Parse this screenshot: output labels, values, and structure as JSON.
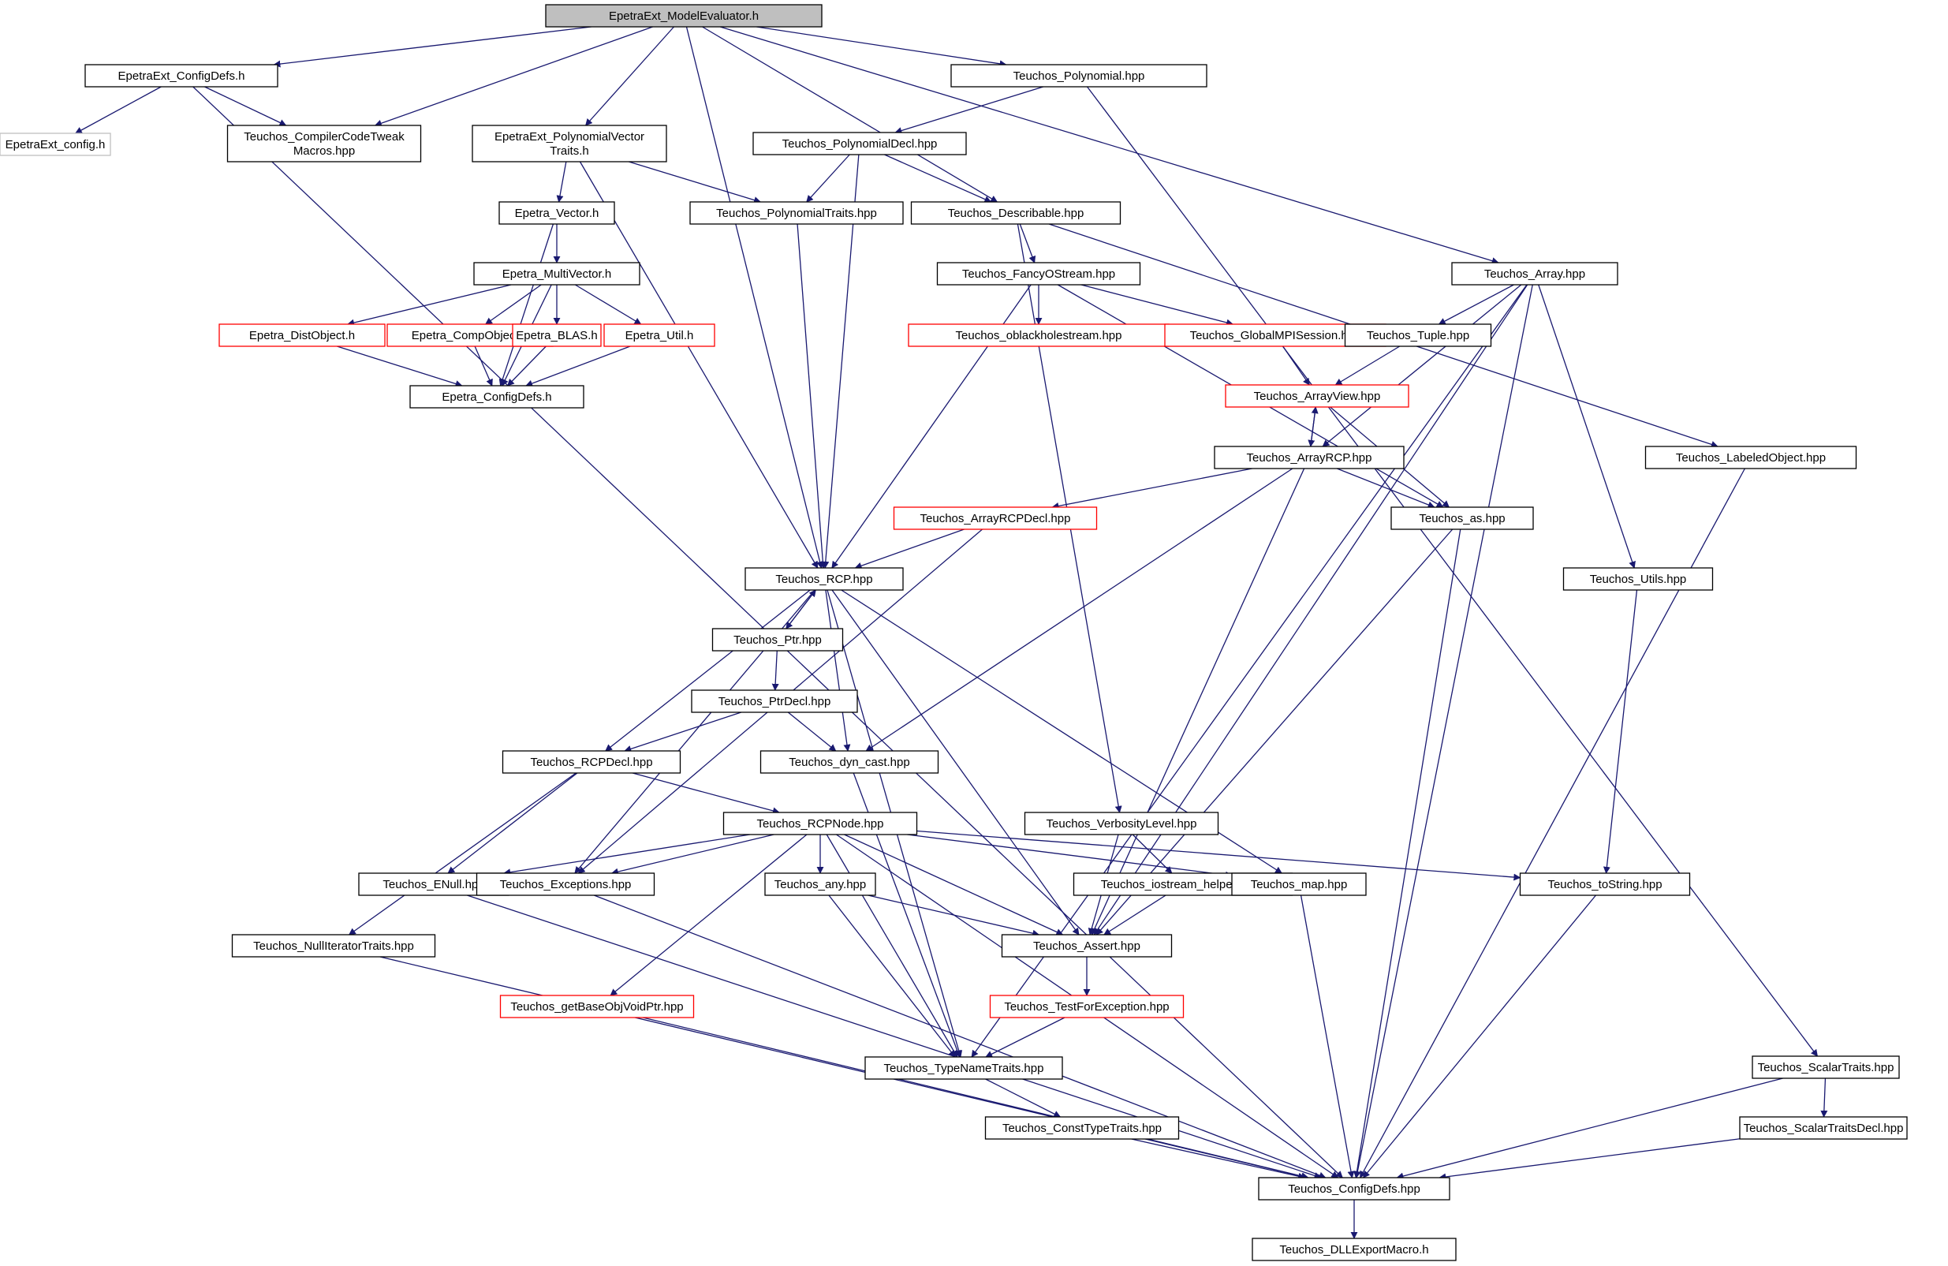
{
  "nodes": [
    {
      "id": "modelevaluator",
      "label": "EpetraExt_ModelEvaluator.h",
      "style": "root"
    },
    {
      "id": "epetraext_configdefs",
      "label": "EpetraExt_ConfigDefs.h",
      "style": "normal"
    },
    {
      "id": "epetraext_config",
      "label": "EpetraExt_config.h",
      "style": "gray"
    },
    {
      "id": "compilercodetweak",
      "label": "Teuchos_CompilerCodeTweak\nMacros.hpp",
      "style": "normal"
    },
    {
      "id": "polynomialvectortraits",
      "label": "EpetraExt_PolynomialVector\nTraits.h",
      "style": "normal"
    },
    {
      "id": "polynomial",
      "label": "Teuchos_Polynomial.hpp",
      "style": "normal"
    },
    {
      "id": "polynomialdecl",
      "label": "Teuchos_PolynomialDecl.hpp",
      "style": "normal"
    },
    {
      "id": "epetra_vector",
      "label": "Epetra_Vector.h",
      "style": "normal"
    },
    {
      "id": "polynomialtraits",
      "label": "Teuchos_PolynomialTraits.hpp",
      "style": "normal"
    },
    {
      "id": "describable",
      "label": "Teuchos_Describable.hpp",
      "style": "normal"
    },
    {
      "id": "epetra_multivector",
      "label": "Epetra_MultiVector.h",
      "style": "normal"
    },
    {
      "id": "fancyostream",
      "label": "Teuchos_FancyOStream.hpp",
      "style": "normal"
    },
    {
      "id": "array",
      "label": "Teuchos_Array.hpp",
      "style": "normal"
    },
    {
      "id": "distobject",
      "label": "Epetra_DistObject.h",
      "style": "red"
    },
    {
      "id": "compobject",
      "label": "Epetra_CompObject.h",
      "style": "red"
    },
    {
      "id": "blas",
      "label": "Epetra_BLAS.h",
      "style": "red"
    },
    {
      "id": "epetra_util",
      "label": "Epetra_Util.h",
      "style": "red"
    },
    {
      "id": "oblackholestream",
      "label": "Teuchos_oblackholestream.hpp",
      "style": "red"
    },
    {
      "id": "globalmpisession",
      "label": "Teuchos_GlobalMPISession.hpp",
      "style": "red"
    },
    {
      "id": "tuple",
      "label": "Teuchos_Tuple.hpp",
      "style": "normal"
    },
    {
      "id": "epetra_configdefs",
      "label": "Epetra_ConfigDefs.h",
      "style": "normal"
    },
    {
      "id": "arrayview",
      "label": "Teuchos_ArrayView.hpp",
      "style": "red"
    },
    {
      "id": "arrayrcp",
      "label": "Teuchos_ArrayRCP.hpp",
      "style": "normal"
    },
    {
      "id": "labeledobject",
      "label": "Teuchos_LabeledObject.hpp",
      "style": "normal"
    },
    {
      "id": "arrayrcpdecl",
      "label": "Teuchos_ArrayRCPDecl.hpp",
      "style": "red"
    },
    {
      "id": "as",
      "label": "Teuchos_as.hpp",
      "style": "normal"
    },
    {
      "id": "rcp",
      "label": "Teuchos_RCP.hpp",
      "style": "normal"
    },
    {
      "id": "utils",
      "label": "Teuchos_Utils.hpp",
      "style": "normal"
    },
    {
      "id": "ptr",
      "label": "Teuchos_Ptr.hpp",
      "style": "normal"
    },
    {
      "id": "ptrdecl",
      "label": "Teuchos_PtrDecl.hpp",
      "style": "normal"
    },
    {
      "id": "rcpdecl",
      "label": "Teuchos_RCPDecl.hpp",
      "style": "normal"
    },
    {
      "id": "dyn_cast",
      "label": "Teuchos_dyn_cast.hpp",
      "style": "normal"
    },
    {
      "id": "rcpnode",
      "label": "Teuchos_RCPNode.hpp",
      "style": "normal"
    },
    {
      "id": "verbositylevel",
      "label": "Teuchos_VerbosityLevel.hpp",
      "style": "normal"
    },
    {
      "id": "enull",
      "label": "Teuchos_ENull.hpp",
      "style": "normal"
    },
    {
      "id": "exceptions",
      "label": "Teuchos_Exceptions.hpp",
      "style": "normal"
    },
    {
      "id": "any",
      "label": "Teuchos_any.hpp",
      "style": "normal"
    },
    {
      "id": "iostream_helpers",
      "label": "Teuchos_iostream_helpers.hpp",
      "style": "normal"
    },
    {
      "id": "map",
      "label": "Teuchos_map.hpp",
      "style": "normal"
    },
    {
      "id": "tostring",
      "label": "Teuchos_toString.hpp",
      "style": "normal"
    },
    {
      "id": "nulliteratortraits",
      "label": "Teuchos_NullIteratorTraits.hpp",
      "style": "normal"
    },
    {
      "id": "assert",
      "label": "Teuchos_Assert.hpp",
      "style": "normal"
    },
    {
      "id": "getbaseobjvoidptr",
      "label": "Teuchos_getBaseObjVoidPtr.hpp",
      "style": "red"
    },
    {
      "id": "testforexception",
      "label": "Teuchos_TestForException.hpp",
      "style": "red"
    },
    {
      "id": "typenametraits",
      "label": "Teuchos_TypeNameTraits.hpp",
      "style": "normal"
    },
    {
      "id": "scalartraits",
      "label": "Teuchos_ScalarTraits.hpp",
      "style": "normal"
    },
    {
      "id": "consttypetraits",
      "label": "Teuchos_ConstTypeTraits.hpp",
      "style": "normal"
    },
    {
      "id": "scalartraitsdecl",
      "label": "Teuchos_ScalarTraitsDecl.hpp",
      "style": "normal"
    },
    {
      "id": "teuchos_configdefs",
      "label": "Teuchos_ConfigDefs.hpp",
      "style": "normal"
    },
    {
      "id": "dllexportmacro",
      "label": "Teuchos_DLLExportMacro.h",
      "style": "normal"
    }
  ],
  "edges": [
    [
      "modelevaluator",
      "epetraext_configdefs"
    ],
    [
      "modelevaluator",
      "compilercodetweak"
    ],
    [
      "modelevaluator",
      "polynomialvectortraits"
    ],
    [
      "modelevaluator",
      "rcp"
    ],
    [
      "modelevaluator",
      "describable"
    ],
    [
      "modelevaluator",
      "polynomial"
    ],
    [
      "modelevaluator",
      "array"
    ],
    [
      "epetraext_configdefs",
      "epetraext_config"
    ],
    [
      "epetraext_configdefs",
      "compilercodetweak"
    ],
    [
      "epetraext_configdefs",
      "teuchos_configdefs"
    ],
    [
      "polynomialvectortraits",
      "epetra_vector"
    ],
    [
      "polynomialvectortraits",
      "polynomialtraits"
    ],
    [
      "polynomialvectortraits",
      "rcp"
    ],
    [
      "polynomial",
      "polynomialdecl"
    ],
    [
      "polynomial",
      "scalartraits"
    ],
    [
      "polynomialdecl",
      "polynomialtraits"
    ],
    [
      "polynomialdecl",
      "describable"
    ],
    [
      "polynomialdecl",
      "rcp"
    ],
    [
      "polynomialtraits",
      "rcp"
    ],
    [
      "epetra_vector",
      "epetra_multivector"
    ],
    [
      "epetra_vector",
      "epetra_configdefs"
    ],
    [
      "epetra_multivector",
      "distobject"
    ],
    [
      "epetra_multivector",
      "compobject"
    ],
    [
      "epetra_multivector",
      "blas"
    ],
    [
      "epetra_multivector",
      "epetra_util"
    ],
    [
      "epetra_multivector",
      "epetra_configdefs"
    ],
    [
      "distobject",
      "epetra_configdefs"
    ],
    [
      "compobject",
      "epetra_configdefs"
    ],
    [
      "blas",
      "epetra_configdefs"
    ],
    [
      "epetra_util",
      "epetra_configdefs"
    ],
    [
      "describable",
      "fancyostream"
    ],
    [
      "describable",
      "labeledobject"
    ],
    [
      "describable",
      "verbositylevel"
    ],
    [
      "fancyostream",
      "oblackholestream"
    ],
    [
      "fancyostream",
      "globalmpisession"
    ],
    [
      "fancyostream",
      "rcp"
    ],
    [
      "fancyostream",
      "as"
    ],
    [
      "array",
      "tuple"
    ],
    [
      "array",
      "arrayrcp"
    ],
    [
      "array",
      "utils"
    ],
    [
      "array",
      "assert"
    ],
    [
      "array",
      "typenametraits"
    ],
    [
      "array",
      "teuchos_configdefs"
    ],
    [
      "globalmpisession",
      "arrayview"
    ],
    [
      "tuple",
      "arrayview"
    ],
    [
      "arrayview",
      "arrayrcp"
    ],
    [
      "arrayview",
      "as"
    ],
    [
      "arrayrcp",
      "arrayview"
    ],
    [
      "arrayrcp",
      "arrayrcpdecl"
    ],
    [
      "arrayrcp",
      "as"
    ],
    [
      "arrayrcp",
      "dyn_cast"
    ],
    [
      "arrayrcp",
      "assert"
    ],
    [
      "arrayrcpdecl",
      "rcp"
    ],
    [
      "arrayrcpdecl",
      "exceptions"
    ],
    [
      "as",
      "assert"
    ],
    [
      "as",
      "teuchos_configdefs"
    ],
    [
      "labeledobject",
      "teuchos_configdefs"
    ],
    [
      "utils",
      "tostring"
    ],
    [
      "rcp",
      "ptr"
    ],
    [
      "rcp",
      "rcpdecl"
    ],
    [
      "rcp",
      "dyn_cast"
    ],
    [
      "rcp",
      "exceptions"
    ],
    [
      "rcp",
      "map"
    ],
    [
      "rcp",
      "assert"
    ],
    [
      "rcp",
      "typenametraits"
    ],
    [
      "ptr",
      "rcp"
    ],
    [
      "ptr",
      "ptrdecl"
    ],
    [
      "ptrdecl",
      "rcpdecl"
    ],
    [
      "ptrdecl",
      "dyn_cast"
    ],
    [
      "rcpdecl",
      "rcpnode"
    ],
    [
      "rcpdecl",
      "enull"
    ],
    [
      "rcpdecl",
      "nulliteratortraits"
    ],
    [
      "dyn_cast",
      "typenametraits"
    ],
    [
      "rcpnode",
      "enull"
    ],
    [
      "rcpnode",
      "exceptions"
    ],
    [
      "rcpnode",
      "any"
    ],
    [
      "rcpnode",
      "map"
    ],
    [
      "rcpnode",
      "tostring"
    ],
    [
      "rcpnode",
      "assert"
    ],
    [
      "rcpnode",
      "getbaseobjvoidptr"
    ],
    [
      "rcpnode",
      "typenametraits"
    ],
    [
      "rcpnode",
      "teuchos_configdefs"
    ],
    [
      "verbositylevel",
      "iostream_helpers"
    ],
    [
      "verbositylevel",
      "assert"
    ],
    [
      "iostream_helpers",
      "assert"
    ],
    [
      "any",
      "assert"
    ],
    [
      "any",
      "typenametraits"
    ],
    [
      "enull",
      "teuchos_configdefs"
    ],
    [
      "exceptions",
      "teuchos_configdefs"
    ],
    [
      "nulliteratortraits",
      "teuchos_configdefs"
    ],
    [
      "map",
      "teuchos_configdefs"
    ],
    [
      "tostring",
      "teuchos_configdefs"
    ],
    [
      "assert",
      "testforexception"
    ],
    [
      "testforexception",
      "typenametraits"
    ],
    [
      "getbaseobjvoidptr",
      "teuchos_configdefs"
    ],
    [
      "typenametraits",
      "consttypetraits"
    ],
    [
      "consttypetraits",
      "teuchos_configdefs"
    ],
    [
      "scalartraits",
      "scalartraitsdecl"
    ],
    [
      "scalartraits",
      "teuchos_configdefs"
    ],
    [
      "scalartraitsdecl",
      "teuchos_configdefs"
    ],
    [
      "teuchos_configdefs",
      "dllexportmacro"
    ]
  ],
  "colors": {
    "edge": "#191970",
    "border_normal": "#000000",
    "border_red": "#ff0000",
    "border_gray": "#c0c0c0",
    "root_fill": "#bfbfbf",
    "text": "#000000"
  }
}
